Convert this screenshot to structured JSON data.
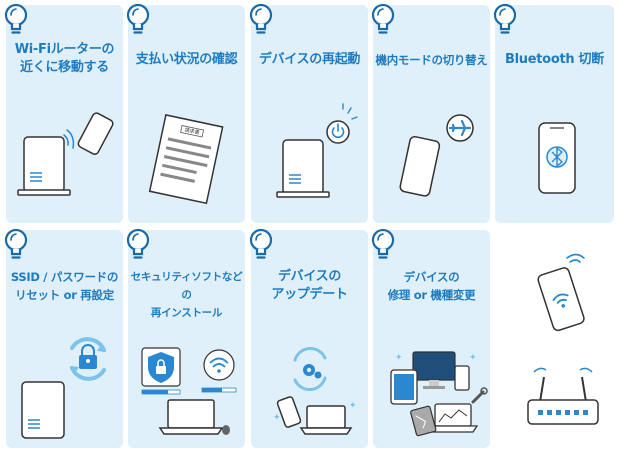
{
  "cards": [
    {
      "title_line1": "Wi-Fiルーターの",
      "title_line2": "近くに移動する"
    },
    {
      "title_line1": "支払い状況の確認"
    },
    {
      "title_line1": "デバイスの再起動"
    },
    {
      "title_line1": "機内モードの切り替え"
    },
    {
      "title_line1": "Bluetooth 切断"
    },
    {
      "title_line1": "SSID / パスワードの",
      "title_line2": "リセット or 再設定"
    },
    {
      "title_line1": "セキュリティソフトなどの",
      "title_line2": "再インストール"
    },
    {
      "title_line1": "デバイスの",
      "title_line2": "アップデート"
    },
    {
      "title_line1": "デバイスの",
      "title_line2": "修理 or 機種変更"
    }
  ],
  "document": {
    "header_text": "請求書"
  },
  "colors": {
    "card_bg": "#dff0fa",
    "accent": "#1f7cc0",
    "icon_blue": "#2a87d0",
    "bulb_outline": "#1a6aa8"
  },
  "icons": [
    "lightbulb-icon",
    "router-icon",
    "smartphone-icon",
    "wifi-icon",
    "document-icon",
    "power-icon",
    "airplane-icon",
    "bluetooth-icon",
    "sync-icon",
    "lock-icon",
    "shield-icon",
    "laptop-icon",
    "gear-icon",
    "wrench-icon",
    "monitor-icon",
    "tablet-icon",
    "wifi-router-icon"
  ]
}
